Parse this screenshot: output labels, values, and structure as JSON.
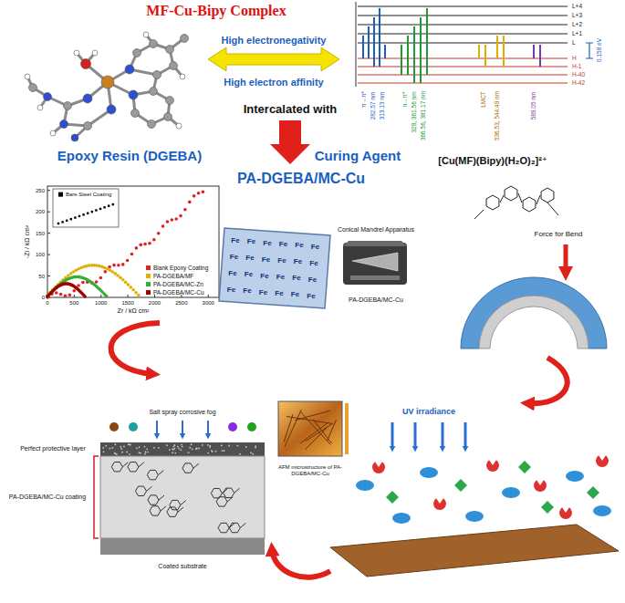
{
  "diagram": {
    "title": "MF-Cu-Bipy Complex",
    "labels": [
      "High electronegativity",
      "High electron affinity",
      "Intercalated with",
      "Epoxy Resin (DGEBA)",
      "Curing Agent",
      "PA-DGEBA/MC-Cu",
      "L+4",
      "L+3",
      "L+2",
      "L+1",
      "L",
      "H",
      "H-1",
      "H-40",
      "H-42",
      "0.158 eV",
      "π→π*",
      "282.57 nm",
      "313.13 nm",
      "n→π*",
      "328, 361.56 nm",
      "366.56, 381.17 nm",
      "LMCT",
      "536.53, 544.49 nm",
      "589.05 nm",
      "[Cu(MF)(Bipy)(H₂O)₂]²⁺",
      "-Zi / kΩ cm²",
      "Zr / kΩ cm²",
      "0",
      "50",
      "100",
      "150",
      "200",
      "250",
      "0",
      "500",
      "1000",
      "1500",
      "2000",
      "2500",
      "3000",
      "PA-DGEBA/MC-Cu",
      "Conical Mandrel Apparatus",
      "Force for Bend",
      "Salt spray corrosive fog",
      "Perfect protective layer",
      "PA-DGEBA/MC-Cu coating",
      "Coated substrate",
      "AFM microstructure of PA-DGEBA/MC-Cu",
      "UV irradiance",
      "Fe",
      "Fe",
      "Fe",
      "Fe",
      "Fe",
      "Fe",
      "Fe",
      "Fe",
      "Fe",
      "Fe",
      "Fe",
      "Fe",
      "Fe",
      "Fe",
      "Fe",
      "Fe",
      "Fe",
      "Fe",
      "Fe",
      "Fe",
      "Fe",
      "Fe",
      "Fe",
      "Fe"
    ],
    "legend": [
      {
        "text": "Bare Steel Coating",
        "color": "#000000"
      },
      {
        "text": "Blank Epoxy Coating",
        "color": "#e02020"
      },
      {
        "text": "PA-DGEBA/MF",
        "color": "#e0b000"
      },
      {
        "text": "PA-DGEBA/MC-Zn",
        "color": "#30b030"
      },
      {
        "text": "PA-DGEBA/MC-Cu",
        "color": "#a00000"
      }
    ]
  }
}
